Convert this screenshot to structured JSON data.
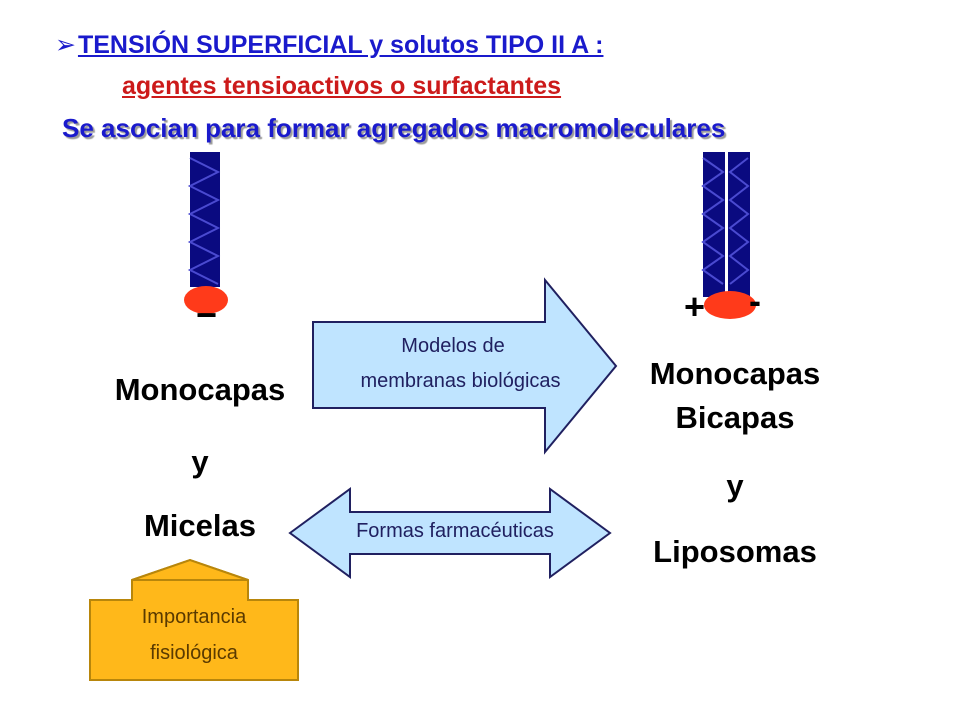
{
  "header": {
    "bullet": "➢",
    "title_line1": "TENSIÓN  SUPERFICIAL   y solutos TIPO II A :",
    "title_line2": "agentes tensioactivos o surfactantes",
    "subtitle": "Se asocian para formar agregados macromoleculares"
  },
  "left_molecule": {
    "charge": "−"
  },
  "right_molecule": {
    "charge_plus": "+",
    "charge_minus": "-"
  },
  "left_labels": {
    "line1": "Monocapas",
    "line2": "y",
    "line3": "Micelas"
  },
  "right_labels": {
    "line1": "Monocapas",
    "line2": "Bicapas",
    "line3": "y",
    "line4": "Liposomas"
  },
  "arrow_right": {
    "line1": "Modelos   de",
    "line2": "membranas  biológicas"
  },
  "arrow_double": {
    "label": "Formas  farmacéuticas"
  },
  "arrow_up": {
    "line1": "Importancia",
    "line2": "fisiológica"
  },
  "colors": {
    "title_blue": "#1a1acc",
    "title_red": "#cc1a1a",
    "chain_navy": "#0a0a80",
    "head_red": "#ff3a1a",
    "arrow_fill_blue": "#bfe4ff",
    "arrow_stroke": "#202060",
    "up_arrow_fill": "#ffb81a",
    "up_arrow_stroke": "#b8860b"
  }
}
